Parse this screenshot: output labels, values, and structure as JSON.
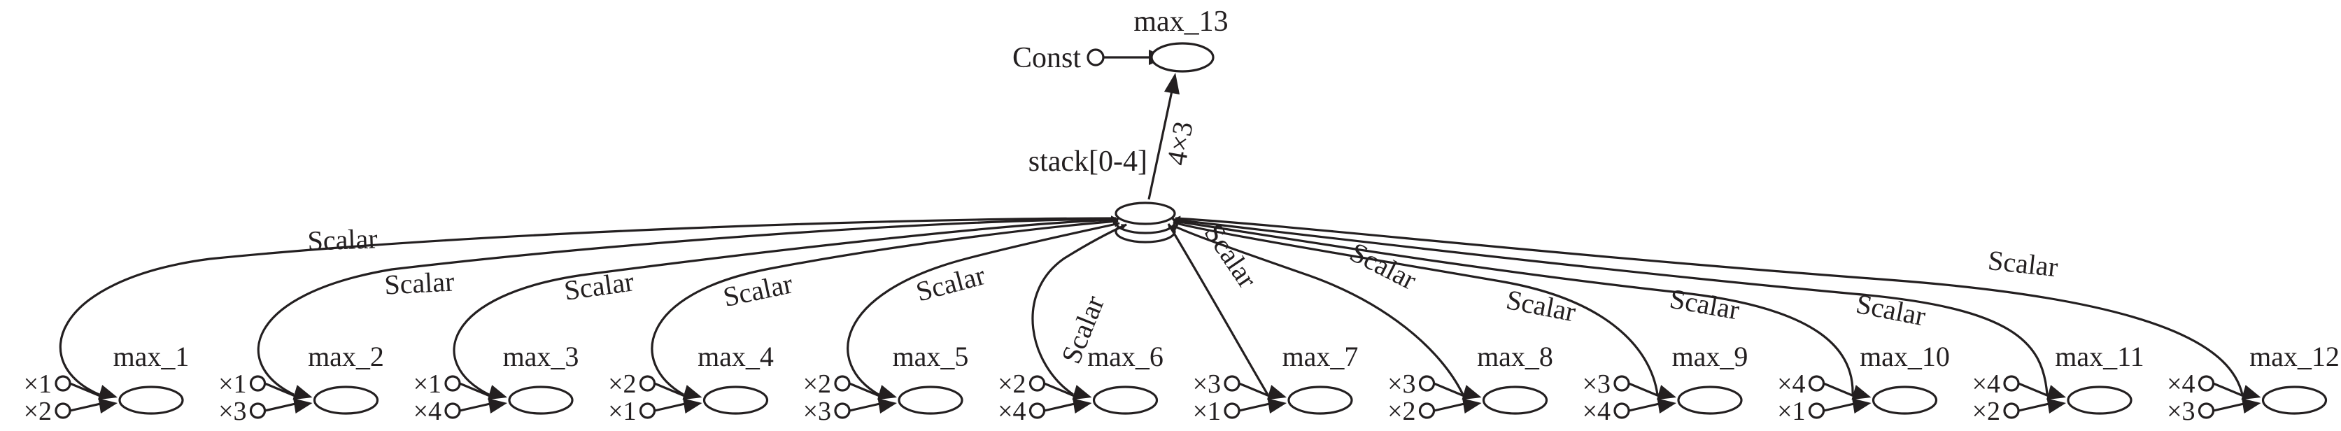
{
  "diagram": {
    "top": {
      "const_label": "Const",
      "max_label": "max_13",
      "stack_label": "stack[0-4]",
      "stack_edge_label": "4×3"
    },
    "nodes": [
      {
        "label": "max_1",
        "inputs": [
          "×1",
          "×2"
        ],
        "edge_label": "Scalar"
      },
      {
        "label": "max_2",
        "inputs": [
          "×1",
          "×3"
        ],
        "edge_label": "Scalar"
      },
      {
        "label": "max_3",
        "inputs": [
          "×1",
          "×4"
        ],
        "edge_label": "Scalar"
      },
      {
        "label": "max_4",
        "inputs": [
          "×2",
          "×1"
        ],
        "edge_label": "Scalar"
      },
      {
        "label": "max_5",
        "inputs": [
          "×2",
          "×3"
        ],
        "edge_label": "Scalar"
      },
      {
        "label": "max_6",
        "inputs": [
          "×2",
          "×4"
        ],
        "edge_label": "Scalar"
      },
      {
        "label": "max_7",
        "inputs": [
          "×3",
          "×1"
        ],
        "edge_label": "Scalar"
      },
      {
        "label": "max_8",
        "inputs": [
          "×3",
          "×2"
        ],
        "edge_label": "Scalar"
      },
      {
        "label": "max_9",
        "inputs": [
          "×3",
          "×4"
        ],
        "edge_label": "Scalar"
      },
      {
        "label": "max_10",
        "inputs": [
          "×4",
          "×1"
        ],
        "edge_label": "Scalar"
      },
      {
        "label": "max_11",
        "inputs": [
          "×4",
          "×2"
        ],
        "edge_label": "Scalar"
      },
      {
        "label": "max_12",
        "inputs": [
          "×4",
          "×3"
        ],
        "edge_label": "Scalar"
      }
    ]
  }
}
